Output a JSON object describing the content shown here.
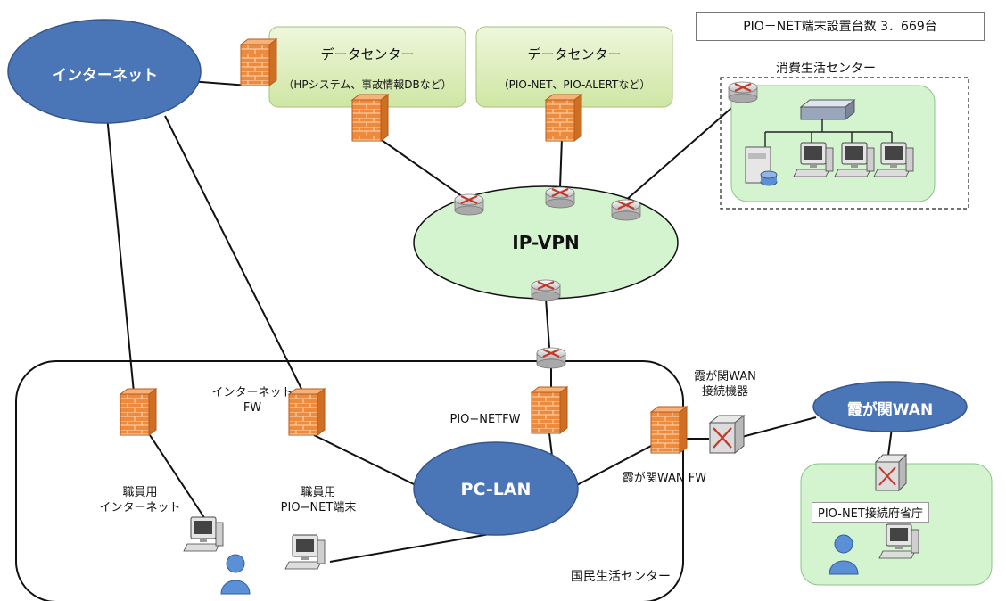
{
  "count_box": "PIO－NET端末設置台数 3．669台",
  "internet": "インターネット",
  "datacenter1": {
    "title": "データセンター",
    "subtitle": "（HPシステム、事故情報DBなど）"
  },
  "datacenter2": {
    "title": "データセンター",
    "subtitle": "（PIO-NET、PIO-ALERTなど）"
  },
  "consumer_center": "消費生活センター",
  "ipvpn": "IP-VPN",
  "national_center": "国民生活センター",
  "internet_fw": "インターネット\nFW",
  "pionet_fw": "PIO−NETFW",
  "kasumigaseki_device": "霞が関WAN\n接続機器",
  "kasumigaseki_wan": "霞が関WAN",
  "kasumigaseki_fw": "霞が関WAN FW",
  "pclan": "PC-LAN",
  "staff_internet": "職員用\nインターネット",
  "staff_pionet": "職員用\nPIO−NET端末",
  "ministry": "PIO-NET接続府省庁",
  "colors": {
    "bubble_blue": "#4a76b8",
    "cloud_green": "#d4f3cf",
    "dc_green": "#e3f1c8",
    "firewall": "#e8792a"
  }
}
